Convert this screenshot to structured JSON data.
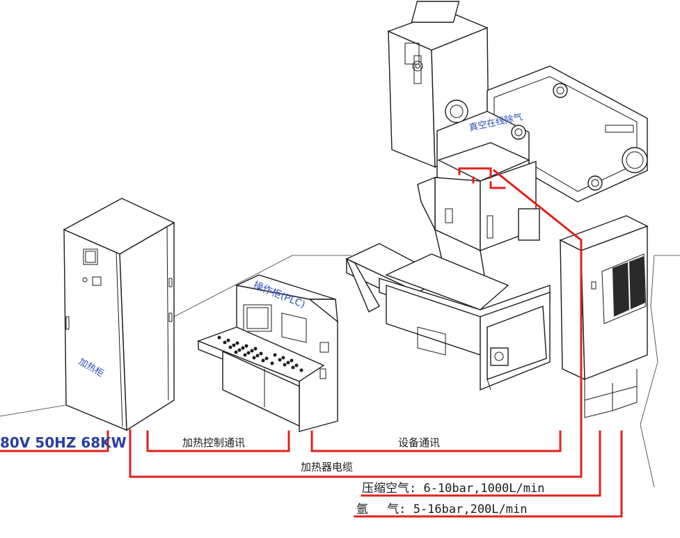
{
  "labels": {
    "heating_cabinet": "加热柜",
    "operation_cabinet": "操作柜(PLC)",
    "vacuum_degassing": "真空在线除气",
    "power_spec": "80V 50HZ 68KW",
    "heating_control_comm": "加热控制通讯",
    "equipment_comm": "设备通讯",
    "heater_cable": "加热器电缆",
    "compressed_air": "压缩空气: 6-10bar,1000L/min",
    "argon": "氩　 气: 5-16bar,200L/min"
  },
  "colors": {
    "connection_line": "#e0211b",
    "label_blue": "#2b4fb8",
    "outline": "#1a1a1a"
  }
}
